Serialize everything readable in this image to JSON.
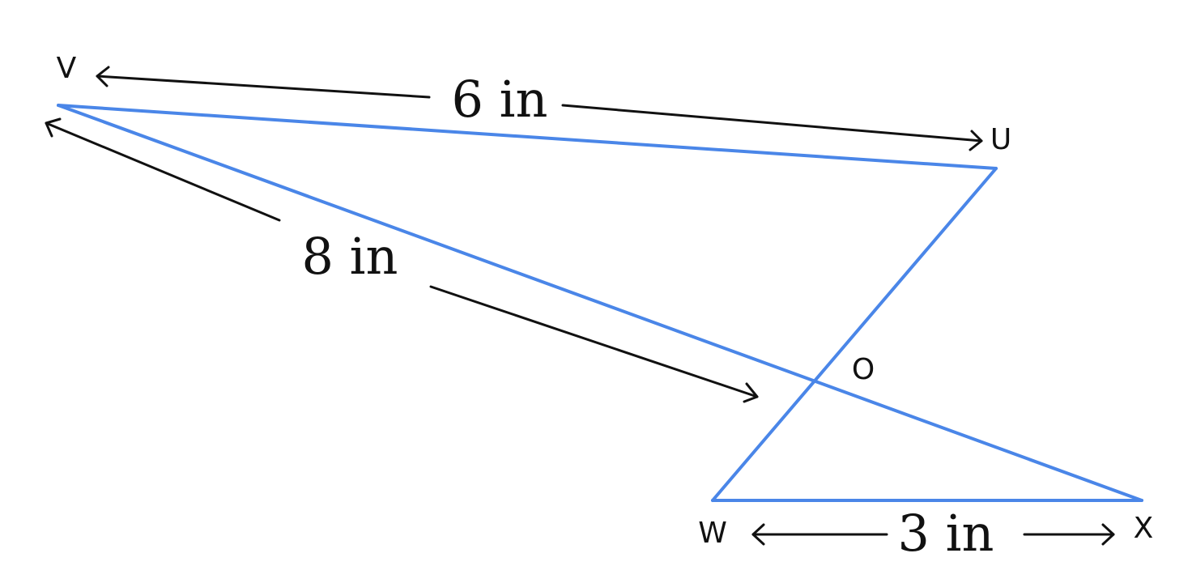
{
  "vertices": {
    "V": "V",
    "U": "U",
    "O": "O",
    "W": "W",
    "X": "X"
  },
  "measurements": {
    "vu": "6 in",
    "vo": "8 in",
    "wx": "3 in"
  },
  "colors": {
    "figure_lines": "#4a86e8",
    "dimension_lines": "#111111"
  }
}
